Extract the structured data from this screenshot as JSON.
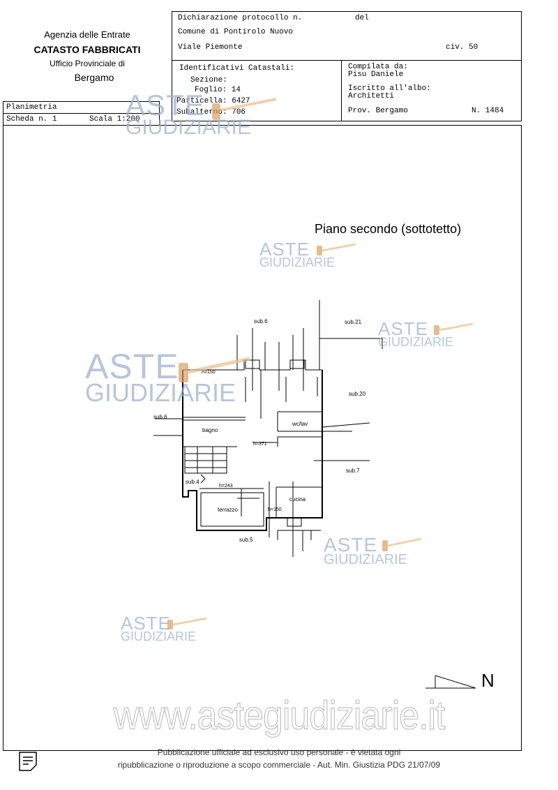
{
  "header": {
    "agency": "Agenzia delle Entrate",
    "catasto": "CATASTO FABBRICATI",
    "ufficio": "Ufficio Provinciale di",
    "provincia": "Bergamo"
  },
  "declaration": {
    "protocollo_label": "Dichiarazione protocollo n.",
    "del_label": "del",
    "comune": "Comune di Pontirolo Nuovo",
    "via": "Viale Piemonte",
    "civico": "civ. 50"
  },
  "identificativi": {
    "title": "Identificativi Catastali:",
    "sezione": "Sezione:",
    "foglio": "Foglio: 14",
    "particella": "Particella: 6427",
    "subalterno": "Subalterno: 706"
  },
  "compilata": {
    "label": "Compilata da:",
    "name": "Pisu Daniele",
    "iscritto": "Iscritto all'albo:",
    "albo": "Architetti",
    "prov": "Prov. Bergamo",
    "numero": "N. 1484"
  },
  "planimetria": {
    "label": "Planimetria",
    "scheda": "Scheda n. 1",
    "scala": "Scala 1:200"
  },
  "plan": {
    "title": "Piano secondo (sottotetto)",
    "labels": {
      "sub6_top": "sub.6",
      "sub21": "sub.21",
      "sub20": "sub.20",
      "sub6_left": "sub.6",
      "bagno": "bagno",
      "wclav": "wc/lav",
      "h371": "h=371",
      "h150_top": "h=150",
      "sub7": "sub.7",
      "sub4": "sub.4",
      "h243": "h=243",
      "cucina": "cucina",
      "terrazzo": "terrazzo",
      "h150_bottom": "h=150",
      "sub5": "sub.5"
    },
    "north": "N"
  },
  "watermark": {
    "aste": "ASTE",
    "giudiziarie": "GIUDIZIARIE",
    "site": "www.astegiudiziarie.it"
  },
  "footer": {
    "line1": "Pubblicazione ufficiale ad esclusivo uso personale - è vietata ogni",
    "line2": "ripubblicazione o riproduzione a scopo commerciale - Aut. Min. Giustizia PDG 21/07/09"
  },
  "icons": {
    "document": "document-lines-icon",
    "gavel": "gavel-icon"
  }
}
